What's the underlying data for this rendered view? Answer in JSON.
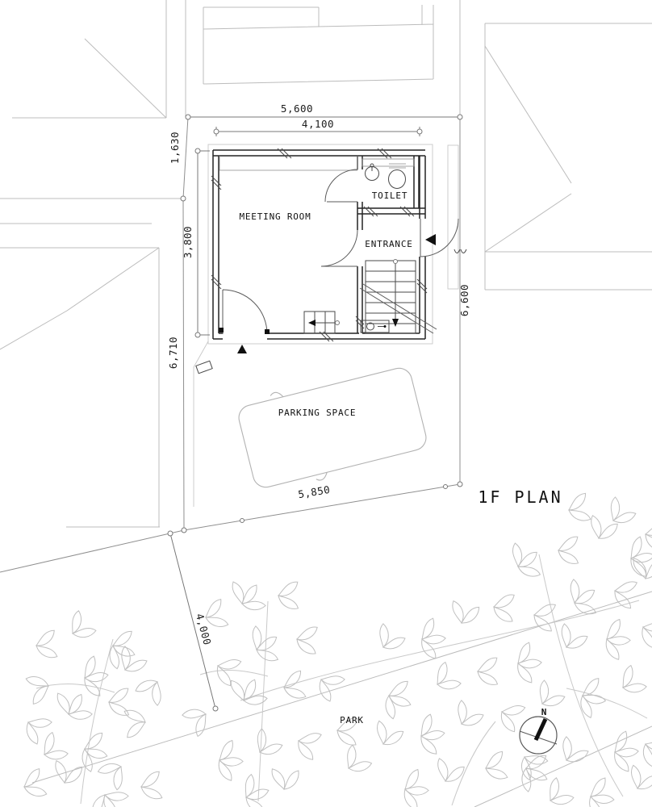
{
  "plan": {
    "title": "1F PLAN",
    "rooms": {
      "meeting_room": "MEETING ROOM",
      "toilet": "TOILET",
      "entrance": "ENTRANCE"
    },
    "site": {
      "parking_label": "PARKING SPACE",
      "park_label": "PARK"
    },
    "dimensions": {
      "site_width_top": "5,600",
      "building_width_top": "4,100",
      "site_left_upper": "1,630",
      "building_depth_left": "3,800",
      "site_left_lower": "6,710",
      "site_right": "6,600",
      "site_bottom": "5,850",
      "park_depth": "4,000"
    },
    "compass": {
      "north_label": "N"
    },
    "colors": {
      "building_line": "#242424",
      "context_line": "#bcbcbc",
      "dimension_line": "#787878",
      "leaf_line": "#c0c0c0"
    }
  }
}
